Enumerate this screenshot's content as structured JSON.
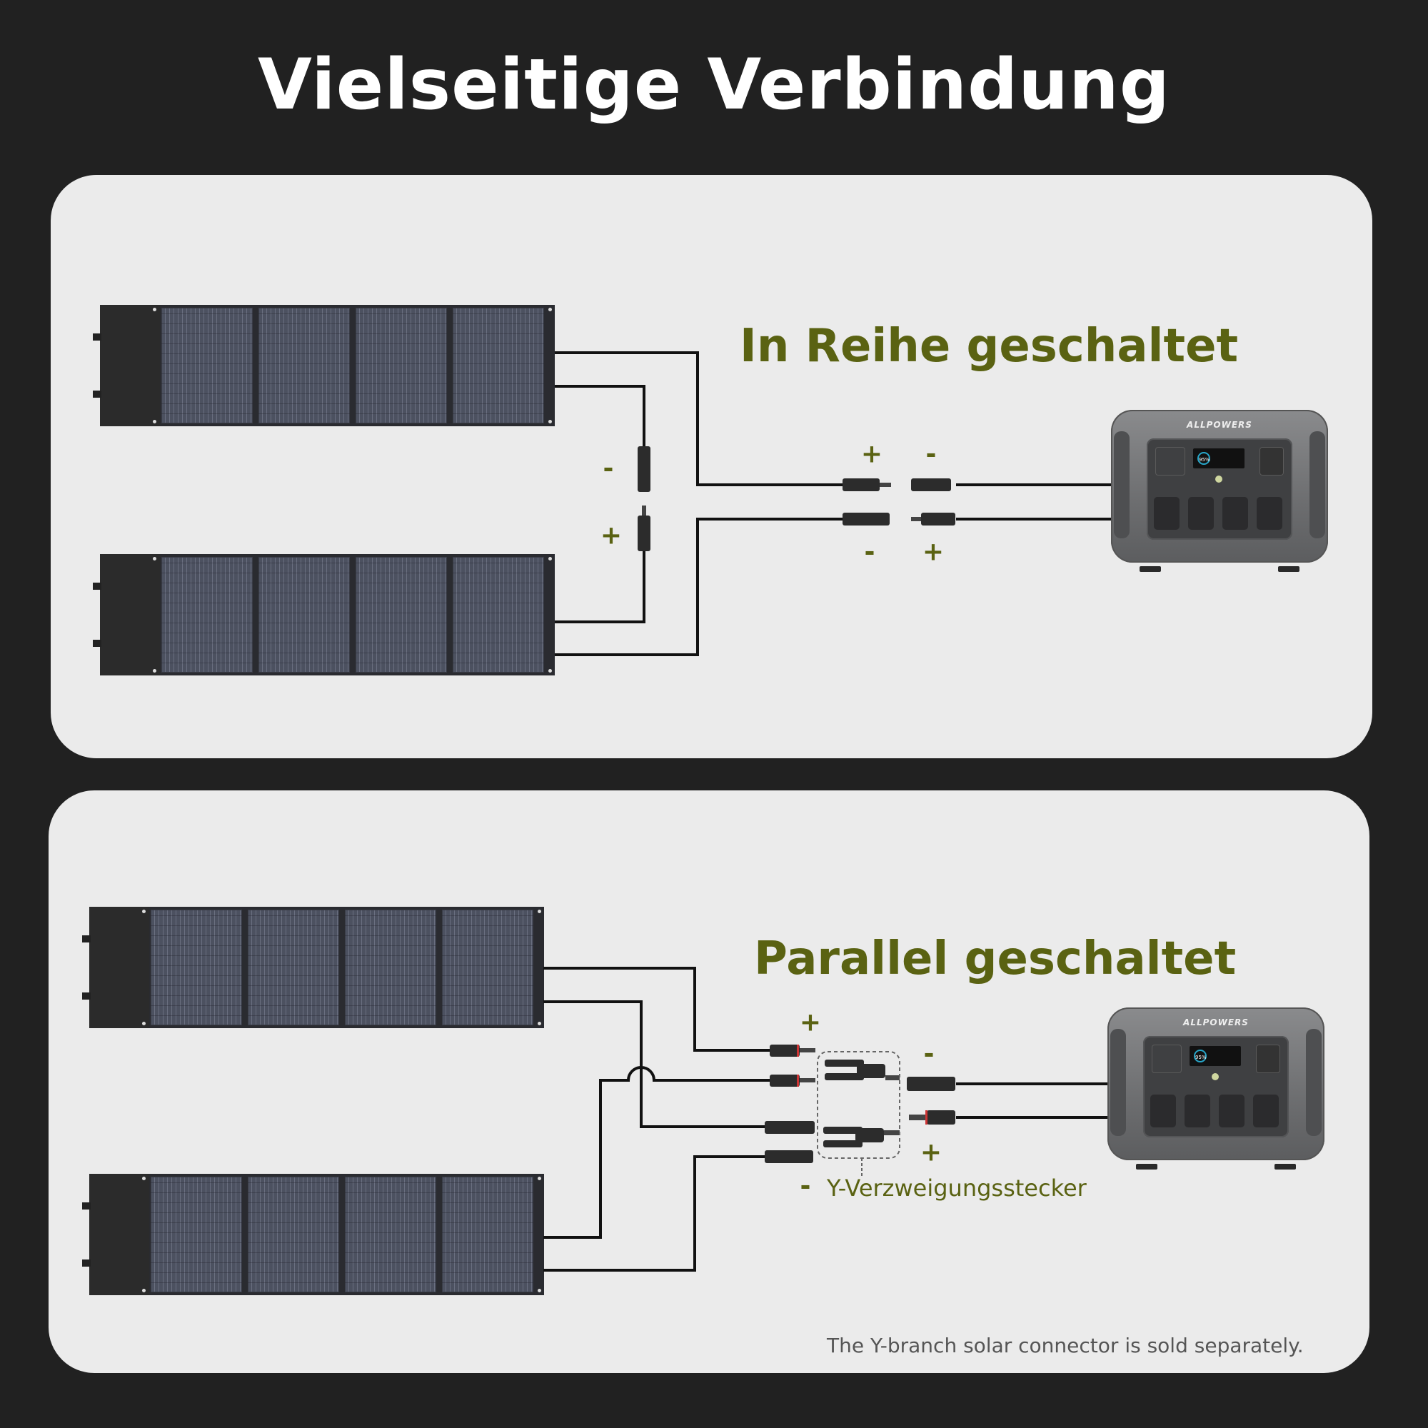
{
  "title": "Vielseitige Verbindung",
  "series_section": {
    "heading": "In Reihe geschaltet",
    "signs": {
      "left_top": "+",
      "right_top": "-",
      "left_bottom": "-",
      "right_bottom": "+",
      "vertical_top": "-",
      "vertical_bottom": "+"
    }
  },
  "parallel_section": {
    "heading": "Parallel geschaltet",
    "signs": {
      "in_top": "+",
      "in_bottom": "-",
      "out_top": "-",
      "out_bottom": "+"
    },
    "y_connector_label": "Y-Verzweigungsstecker",
    "footnote": "The Y-branch solar connector is sold separately."
  },
  "device": {
    "brand": "ALLPOWERS",
    "battery_display": "95%"
  },
  "colors": {
    "background": "#212121",
    "card": "#ebebeb",
    "accent": "#5a6212",
    "wire": "#111111"
  }
}
